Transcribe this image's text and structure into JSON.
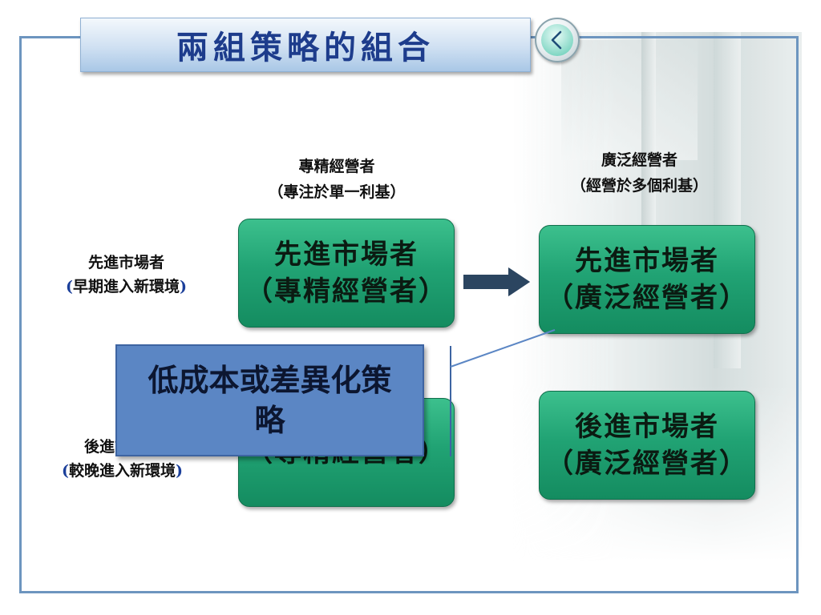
{
  "slide": {
    "title": "兩組策略的組合",
    "back_button_glyph": "‹",
    "back_icon": "chevron-left-icon"
  },
  "columns": {
    "specialist": {
      "line1": "專精經營者",
      "line2": "（專注於單一利基）"
    },
    "generalist": {
      "line1": "廣泛經營者",
      "line2": "（經營於多個利基）"
    }
  },
  "rows": {
    "first_mover": {
      "line1": "先進市場者",
      "open": "(",
      "line2": "早期進入新環境",
      "close": ")"
    },
    "late_mover": {
      "line1": "後進市場者",
      "open": "(",
      "line2": "較晚進入新環境",
      "close": ")"
    }
  },
  "cells": {
    "top_left": {
      "line1": "先進市場者",
      "line2": "（專精經營者）"
    },
    "top_right": {
      "line1": "先進市場者",
      "line2": "（廣泛經營者）"
    },
    "bottom_left": {
      "line1": "",
      "line2": "（專精經營者）"
    },
    "bottom_right": {
      "line1": "後進市場者",
      "line2": "（廣泛經營者）"
    }
  },
  "callout": {
    "text": "低成本或差異化策略"
  },
  "colors": {
    "frame": "#6d95bf",
    "title_text": "#1d3c8c",
    "cell_green": "#21a374",
    "callout_blue": "#5b86c4",
    "arrow_navy": "#2b4560"
  }
}
